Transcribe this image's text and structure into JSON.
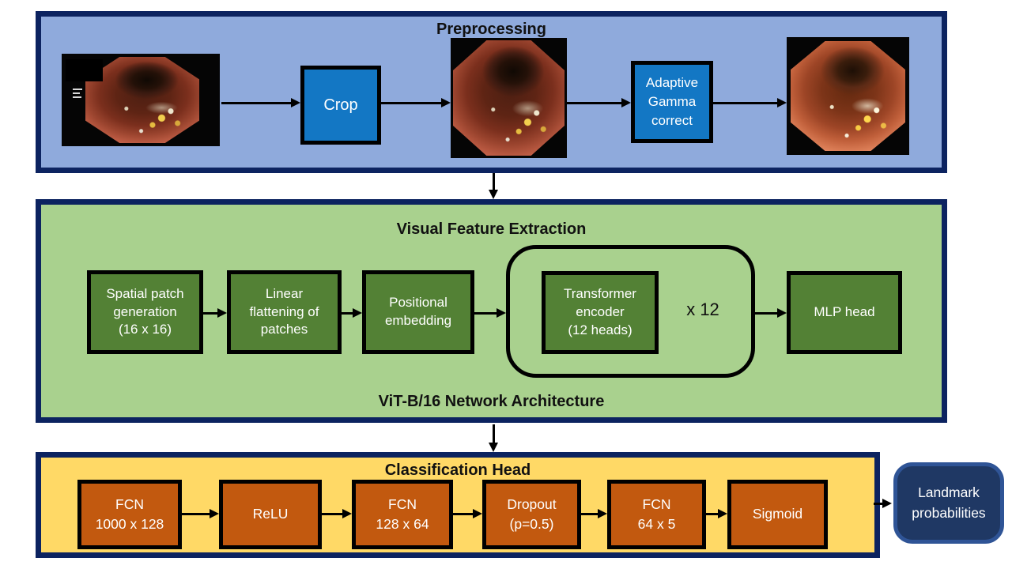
{
  "colors": {
    "section_border": "#0c2360",
    "preprocessing_bg": "#8faadc",
    "process_box_blue": "#1377c4",
    "feature_bg": "#a9d18e",
    "feature_box_green": "#538135",
    "classification_bg": "#ffd966",
    "classification_box_orange": "#c2590f",
    "output_box_fill": "#1f3864",
    "output_box_border": "#2f5496",
    "arrow": "#000000"
  },
  "preprocessing": {
    "title": "Preprocessing",
    "crop_label": "Crop",
    "gamma_label": "Adaptive\nGamma\ncorrect",
    "images": [
      {
        "name": "raw-endoscopy-image"
      },
      {
        "name": "cropped-endoscopy-image"
      },
      {
        "name": "gamma-corrected-endoscopy-image"
      }
    ]
  },
  "feature_extraction": {
    "title": "Visual Feature Extraction",
    "subtitle": "ViT-B/16 Network Architecture",
    "boxes": [
      "Spatial patch\ngeneration\n(16 x 16)",
      "Linear\nflattening of\npatches",
      "Positional\nembedding"
    ],
    "transformer_label": "Transformer\nencoder\n(12 heads)",
    "repeat_label": "x 12",
    "mlp_label": "MLP head"
  },
  "classification": {
    "title": "Classification Head",
    "boxes": [
      "FCN\n1000 x 128",
      "ReLU",
      "FCN\n128 x 64",
      "Dropout\n(p=0.5)",
      "FCN\n64 x 5",
      "Sigmoid"
    ]
  },
  "output": {
    "label": "Landmark\nprobabilities"
  }
}
